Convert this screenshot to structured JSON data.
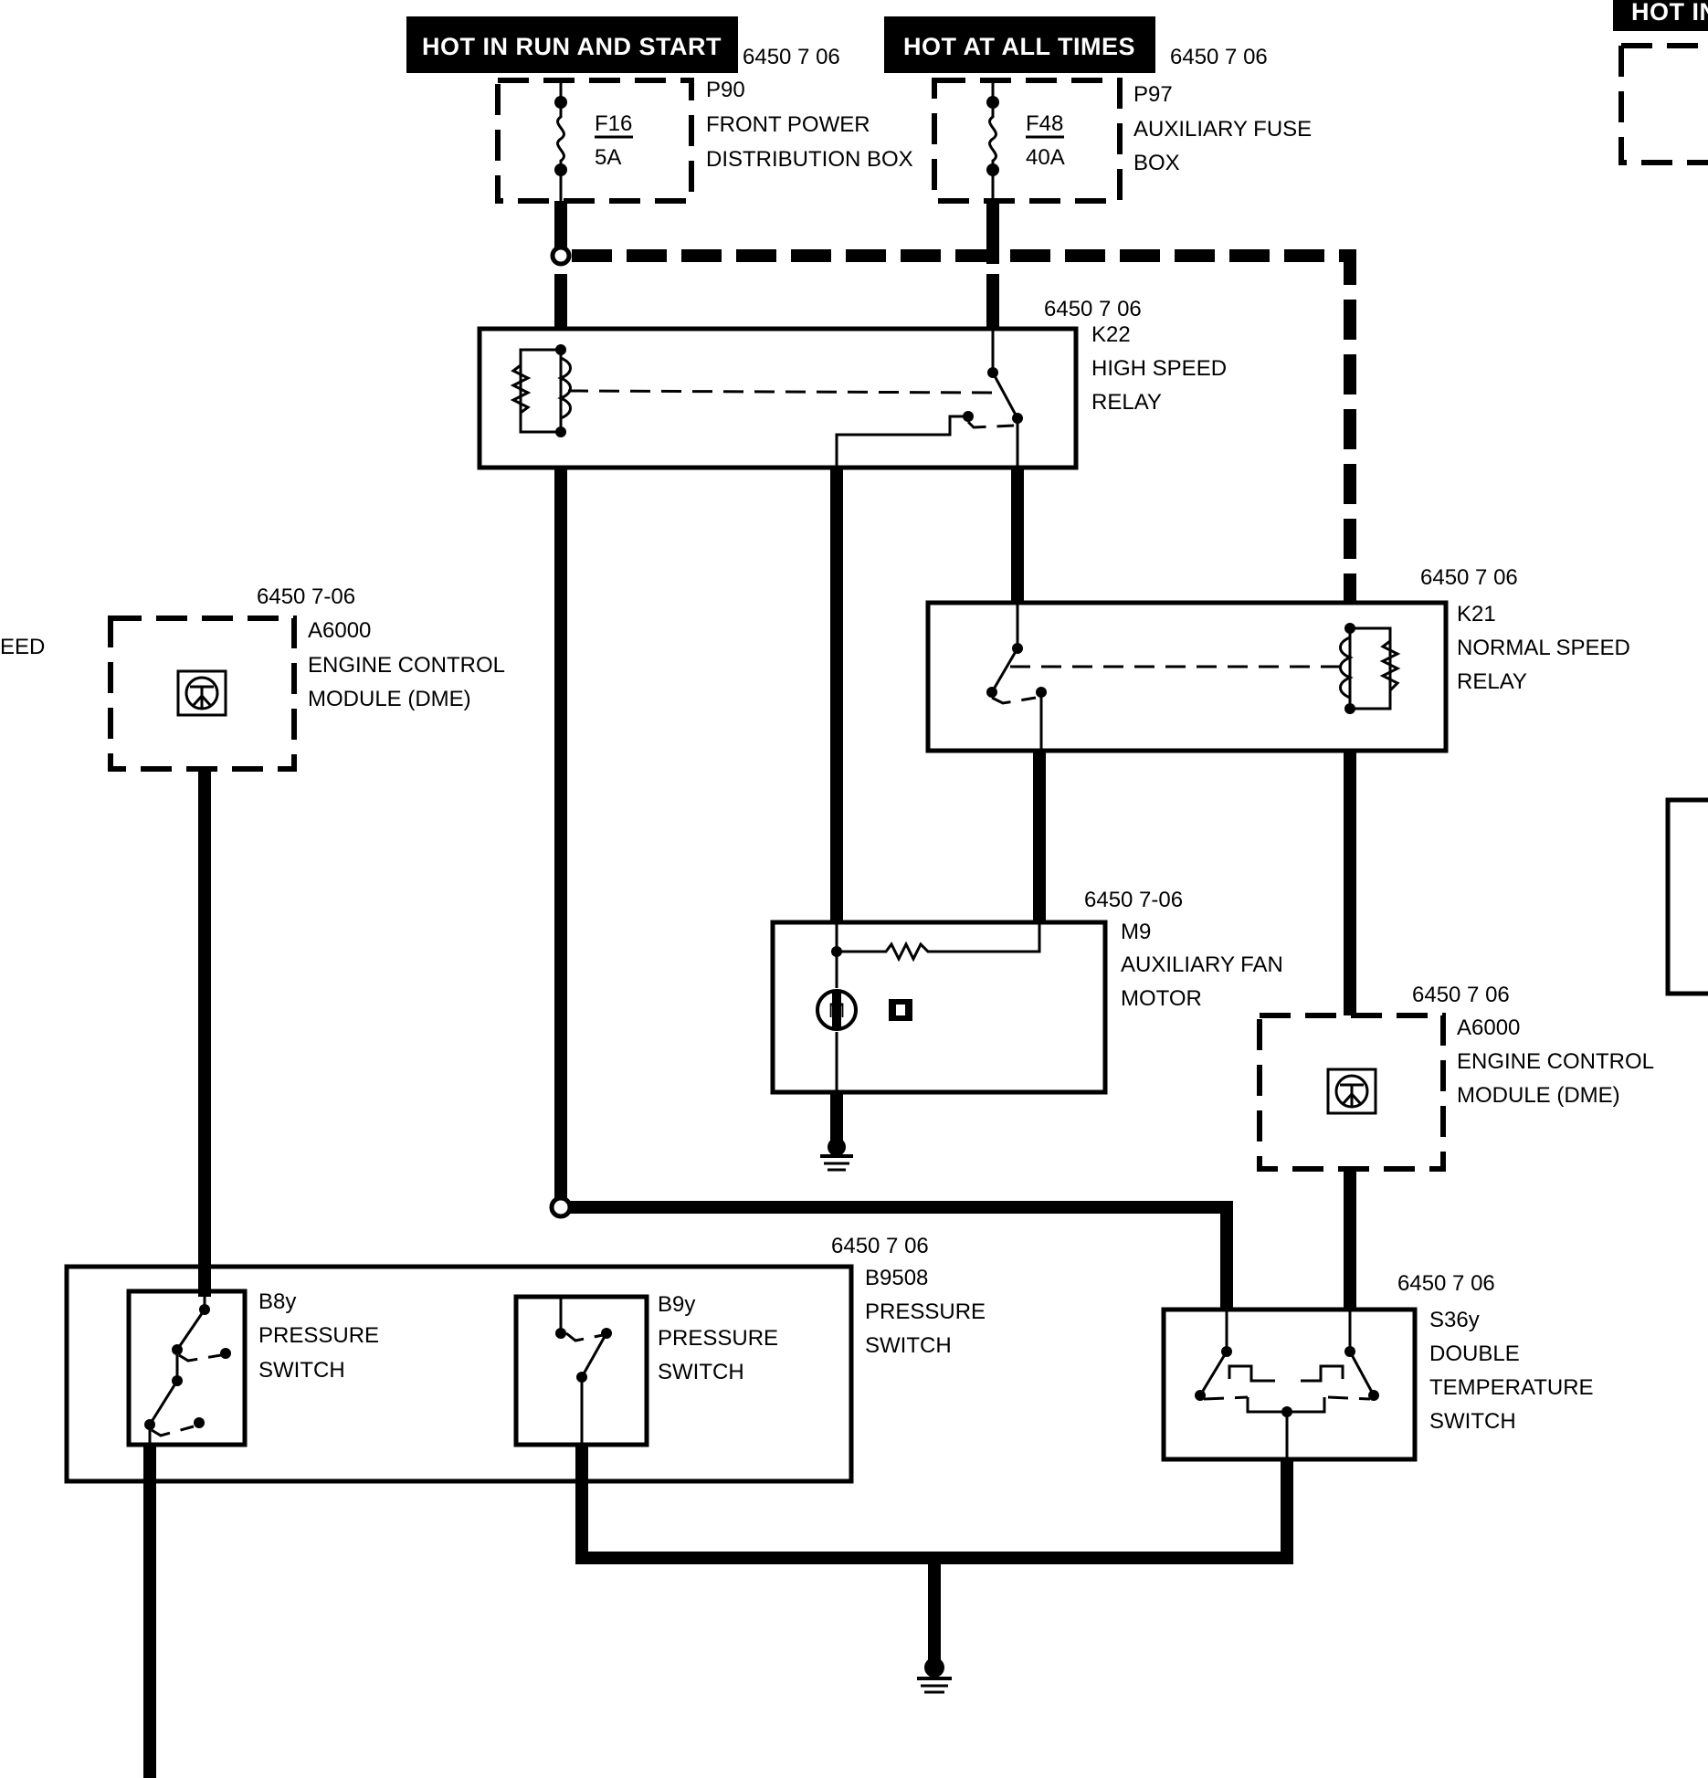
{
  "headers": {
    "run_start": "HOT IN RUN AND START",
    "all_times": "HOT AT ALL TIMES",
    "cut_off": "HOT IN"
  },
  "cut_off_left": "EED",
  "components": {
    "p90": {
      "ref": "6450 7 06",
      "id": "P90",
      "line1": "FRONT POWER",
      "line2": "DISTRIBUTION BOX",
      "fuse": "F16",
      "rating": "5A"
    },
    "p97": {
      "ref": "6450 7 06",
      "id": "P97",
      "line1": "AUXILIARY FUSE",
      "line2": "BOX",
      "fuse": "F48",
      "rating": "40A"
    },
    "k22": {
      "ref": "6450 7 06",
      "id": "K22",
      "line1": "HIGH SPEED",
      "line2": "RELAY"
    },
    "k21": {
      "ref": "6450 7 06",
      "id": "K21",
      "line1": "NORMAL SPEED",
      "line2": "RELAY"
    },
    "a6000_left": {
      "ref": "6450 7-06",
      "id": "A6000",
      "line1": "ENGINE CONTROL",
      "line2": "MODULE (DME)"
    },
    "a6000_right": {
      "ref": "6450 7 06",
      "id": "A6000",
      "line1": "ENGINE CONTROL",
      "line2": "MODULE (DME)"
    },
    "m9": {
      "ref": "6450 7-06",
      "id": "M9",
      "line1": "AUXILIARY FAN",
      "line2": "MOTOR",
      "symbol": "M"
    },
    "b9508": {
      "ref": "6450 7 06",
      "id": "B9508",
      "line1": "PRESSURE",
      "line2": "SWITCH"
    },
    "b8y": {
      "id": "B8y",
      "line1": "PRESSURE",
      "line2": "SWITCH"
    },
    "b9y": {
      "id": "B9y",
      "line1": "PRESSURE",
      "line2": "SWITCH"
    },
    "s36y": {
      "ref": "6450 7 06",
      "id": "S36y",
      "line1": "DOUBLE",
      "line2": "TEMPERATURE",
      "line3": "SWITCH"
    }
  }
}
